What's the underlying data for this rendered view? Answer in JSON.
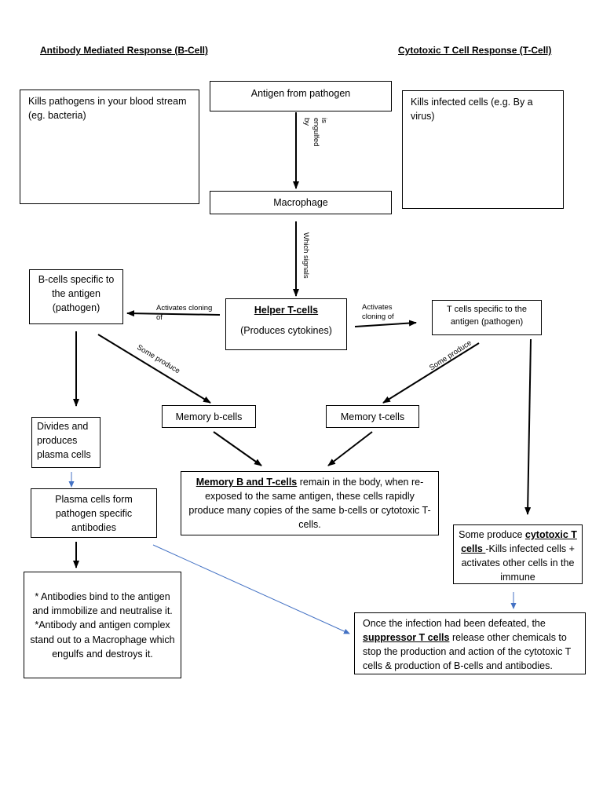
{
  "headings": {
    "left": "Antibody Mediated Response (B-Cell)",
    "right": "Cytotoxic T Cell Response (T-Cell)"
  },
  "boxes": {
    "kills_pathogens": "Kills pathogens in your blood stream (eg. bacteria)",
    "antigen": "Antigen from pathogen",
    "kills_infected": "Kills infected cells (e.g. By a virus)",
    "macrophage": "Macrophage",
    "bcells_specific": "B-cells specific to the antigen (pathogen)",
    "helper_title": "Helper T-cells",
    "helper_sub": "(Produces cytokines)",
    "tcells_specific": "T cells specific to the antigen (pathogen)",
    "memory_b": "Memory b-cells",
    "memory_t": "Memory t-cells",
    "divides": "Divides and produces plasma cells",
    "memory_bt_bold": "Memory B and T-cells",
    "memory_bt_rest": " remain in the body, when re-exposed to the same antigen, these cells rapidly produce many copies of the same b-cells or cytotoxic T- cells.",
    "plasma": "Plasma cells form pathogen specific antibodies",
    "cytotoxic_pre": "Some produce ",
    "cytotoxic_bold": "cytotoxic T cells ",
    "cytotoxic_rest": "-Kills infected cells + activates other cells in the immune",
    "antibodies_bind": "* Antibodies bind to the antigen and immobilize and neutralise it.\n*Antibody and antigen complex stand out to a Macrophage which engulfs and destroys it.",
    "suppressor_pre": "Once the infection had been defeated, the ",
    "suppressor_bold": "suppressor T cells",
    "suppressor_rest": " release other chemicals to stop the production and action of the cytotoxic T cells & production of B-cells and antibodies."
  },
  "labels": {
    "is_engulfed_by": [
      "is",
      "engulfed",
      "by"
    ],
    "which_signals": "Which signals",
    "activates_left": "Activates cloning\nof",
    "activates_right": "Activates\ncloning of",
    "some_produce_left": "Some produce",
    "some_produce_right": "Some produce"
  },
  "colors": {
    "arrow": "#000000",
    "blue_arrow": "#4472c4"
  }
}
